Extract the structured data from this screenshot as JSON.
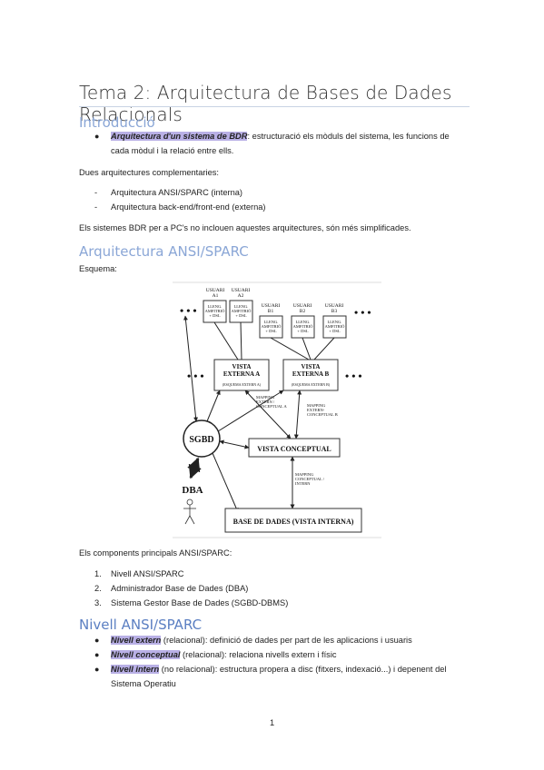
{
  "title": "Tema 2: Arquitectura de Bases de Dades Relacionals",
  "intro": {
    "heading": "Introducció",
    "bullet_highlight": "Arquitectura d'un sistema de BDR",
    "bullet_rest_1": ": estructuració els mòduls del sistema, les funcions de",
    "bullet_rest_2": "cada mòdul i la relació entre ells.",
    "dues": "Dues arquitectures complementaries:",
    "items": [
      "Arquitectura ANSI/SPARC (interna)",
      "Arquitectura back-end/front-end (externa)"
    ],
    "note": "Els sistemes BDR per a PC's no inclouen aquestes arquitectures, són més simplificades."
  },
  "ansi": {
    "heading": "Arquitectura ANSI/SPARC",
    "esquema": "Esquema:",
    "diagram": {
      "usuari_a1": [
        "USUARI",
        "A1"
      ],
      "usuari_a2": [
        "USUARI",
        "A2"
      ],
      "usuari_b1": [
        "USUARI",
        "B1"
      ],
      "usuari_b2": [
        "USUARI",
        "B2"
      ],
      "usuari_b3": [
        "USUARI",
        "B3"
      ],
      "lleng": [
        "LLENG.",
        "AMFITRIÓ",
        "+ DSL"
      ],
      "vista_a": [
        "VISTA",
        "EXTERNA A",
        "(ESQUEMA EXTERN A)"
      ],
      "vista_b": [
        "VISTA",
        "EXTERNA B",
        "(ESQUEMA EXTERN B)"
      ],
      "mapping_a": [
        "MAPPING",
        "EXTERN /",
        "CONCEPTUAL A"
      ],
      "mapping_b": [
        "MAPPING",
        "EXTERN-",
        "CONCEPTUAL B"
      ],
      "mapping_ci": [
        "MAPPING",
        "CONCEPTUAL /",
        "INTERN"
      ],
      "sgbd": "SGBD",
      "dba": "DBA",
      "vista_conceptual": "VISTA CONCEPTUAL",
      "base_dades": "BASE DE DADES (VISTA INTERNA)",
      "dots": "• • •"
    },
    "components_intro": "Els components principals ANSI/SPARC:",
    "components": [
      "Nivell ANSI/SPARC",
      "Administrador Base de Dades (DBA)",
      "Sistema Gestor Base de Dades (SGBD-DBMS)"
    ]
  },
  "nivell": {
    "heading": "Nivell ANSI/SPARC",
    "items": [
      {
        "hl": "Nivell extern",
        "rest": " (relacional): definició de dades per part de les aplicacions i usuaris"
      },
      {
        "hl": "Nivell conceptual",
        "rest": " (relacional): relaciona nivells extern i físic"
      },
      {
        "hl": "Nivell intern",
        "rest": " (no relacional): estructura propera a disc (fitxers, indexació...) i depenent del"
      }
    ],
    "item3_cont": "Sistema Operatiu"
  },
  "page_number": "1"
}
